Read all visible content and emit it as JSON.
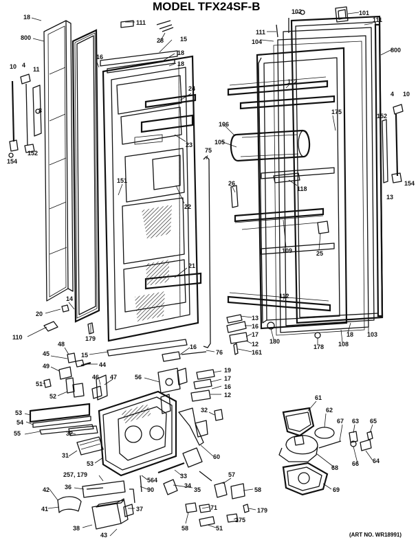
{
  "title": "MODEL TFX24SF-B",
  "art_number": "(ART NO. WR18991)",
  "labels": [
    {
      "name": "label-18-a",
      "text": "18"
    },
    {
      "name": "label-800-a",
      "text": "800"
    },
    {
      "name": "label-111-a",
      "text": "111"
    },
    {
      "name": "label-28",
      "text": "28"
    },
    {
      "name": "label-15-a",
      "text": "15"
    },
    {
      "name": "label-18-b",
      "text": "18"
    },
    {
      "name": "label-16-a",
      "text": "16"
    },
    {
      "name": "label-18-c",
      "text": "18"
    },
    {
      "name": "label-10-a",
      "text": "10"
    },
    {
      "name": "label-4-a",
      "text": "4"
    },
    {
      "name": "label-11",
      "text": "11"
    },
    {
      "name": "label-3",
      "text": "3"
    },
    {
      "name": "label-152-a",
      "text": "152"
    },
    {
      "name": "label-154-a",
      "text": "154"
    },
    {
      "name": "label-24",
      "text": "24"
    },
    {
      "name": "label-23",
      "text": "23"
    },
    {
      "name": "label-151",
      "text": "151"
    },
    {
      "name": "label-22",
      "text": "22"
    },
    {
      "name": "label-75",
      "text": "75"
    },
    {
      "name": "label-21",
      "text": "21"
    },
    {
      "name": "label-20",
      "text": "20"
    },
    {
      "name": "label-14",
      "text": "14"
    },
    {
      "name": "label-110",
      "text": "110"
    },
    {
      "name": "label-179-a",
      "text": "179"
    },
    {
      "name": "label-15-b",
      "text": "15"
    },
    {
      "name": "label-16-b",
      "text": "16"
    },
    {
      "name": "label-76",
      "text": "76"
    },
    {
      "name": "label-102",
      "text": "102"
    },
    {
      "name": "label-101",
      "text": "101"
    },
    {
      "name": "label-111-b",
      "text": "111"
    },
    {
      "name": "label-111-c",
      "text": "111"
    },
    {
      "name": "label-104",
      "text": "104"
    },
    {
      "name": "label-800-b",
      "text": "800"
    },
    {
      "name": "label-112-a",
      "text": "112"
    },
    {
      "name": "label-175-a",
      "text": "175"
    },
    {
      "name": "label-4-b",
      "text": "4"
    },
    {
      "name": "label-152-b",
      "text": "152"
    },
    {
      "name": "label-10-b",
      "text": "10"
    },
    {
      "name": "label-106",
      "text": "106"
    },
    {
      "name": "label-105",
      "text": "105"
    },
    {
      "name": "label-118",
      "text": "118"
    },
    {
      "name": "label-154-b",
      "text": "154"
    },
    {
      "name": "label-13",
      "text": "13"
    },
    {
      "name": "label-26",
      "text": "26"
    },
    {
      "name": "label-109",
      "text": "109"
    },
    {
      "name": "label-25",
      "text": "25"
    },
    {
      "name": "label-112-b",
      "text": "112"
    },
    {
      "name": "label-13-b",
      "text": "13"
    },
    {
      "name": "label-16-c",
      "text": "16"
    },
    {
      "name": "label-17-a",
      "text": "17"
    },
    {
      "name": "label-12-a",
      "text": "12"
    },
    {
      "name": "label-161",
      "text": "161"
    },
    {
      "name": "label-180",
      "text": "180"
    },
    {
      "name": "label-178",
      "text": "178"
    },
    {
      "name": "label-18-d",
      "text": "18"
    },
    {
      "name": "label-108",
      "text": "108"
    },
    {
      "name": "label-103",
      "text": "103"
    },
    {
      "name": "label-48",
      "text": "48"
    },
    {
      "name": "label-45",
      "text": "45"
    },
    {
      "name": "label-44",
      "text": "44"
    },
    {
      "name": "label-49",
      "text": "49"
    },
    {
      "name": "label-46",
      "text": "46"
    },
    {
      "name": "label-47",
      "text": "47"
    },
    {
      "name": "label-51-a",
      "text": "51"
    },
    {
      "name": "label-52",
      "text": "52"
    },
    {
      "name": "label-56",
      "text": "56"
    },
    {
      "name": "label-19",
      "text": "19"
    },
    {
      "name": "label-17-b",
      "text": "17"
    },
    {
      "name": "label-16-d",
      "text": "16"
    },
    {
      "name": "label-12-b",
      "text": "12"
    },
    {
      "name": "label-53-a",
      "text": "53"
    },
    {
      "name": "label-54",
      "text": "54"
    },
    {
      "name": "label-55",
      "text": "55"
    },
    {
      "name": "label-32-a",
      "text": "32"
    },
    {
      "name": "label-32-b",
      "text": "32"
    },
    {
      "name": "label-61",
      "text": "61"
    },
    {
      "name": "label-62",
      "text": "62"
    },
    {
      "name": "label-67",
      "text": "67"
    },
    {
      "name": "label-63",
      "text": "63"
    },
    {
      "name": "label-65",
      "text": "65"
    },
    {
      "name": "label-31",
      "text": "31"
    },
    {
      "name": "label-53-b",
      "text": "53"
    },
    {
      "name": "label-60",
      "text": "60"
    },
    {
      "name": "label-66",
      "text": "66"
    },
    {
      "name": "label-64",
      "text": "64"
    },
    {
      "name": "label-68",
      "text": "68"
    },
    {
      "name": "label-257-179",
      "text": "257, 179"
    },
    {
      "name": "label-36",
      "text": "36"
    },
    {
      "name": "label-33",
      "text": "33"
    },
    {
      "name": "label-34",
      "text": "34"
    },
    {
      "name": "label-564",
      "text": "564"
    },
    {
      "name": "label-90",
      "text": "90"
    },
    {
      "name": "label-35",
      "text": "35"
    },
    {
      "name": "label-57",
      "text": "57"
    },
    {
      "name": "label-58-a",
      "text": "58"
    },
    {
      "name": "label-69",
      "text": "69"
    },
    {
      "name": "label-42",
      "text": "42"
    },
    {
      "name": "label-41",
      "text": "41"
    },
    {
      "name": "label-37",
      "text": "37"
    },
    {
      "name": "label-179-b",
      "text": "179"
    },
    {
      "name": "label-71",
      "text": "71"
    },
    {
      "name": "label-38",
      "text": "38"
    },
    {
      "name": "label-175-b",
      "text": "175"
    },
    {
      "name": "label-43",
      "text": "43"
    },
    {
      "name": "label-58-b",
      "text": "58"
    },
    {
      "name": "label-51-b",
      "text": "51"
    }
  ]
}
